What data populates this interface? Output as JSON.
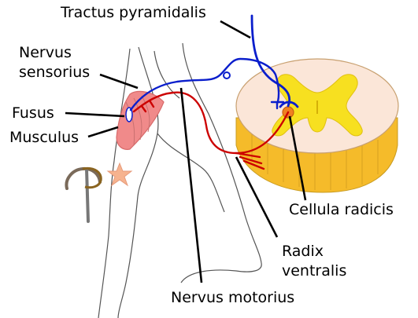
{
  "labels": {
    "tractus": "Tractus pyramidalis",
    "nervus_sensorius_1": "Nervus",
    "nervus_sensorius_2": "sensorius",
    "fusus": "Fusus",
    "musculus": "Musculus",
    "cellula": "Cellula radicis",
    "radix_1": "Radix",
    "radix_2": "ventralis",
    "nervus_motorius": "Nervus motorius"
  },
  "colors": {
    "sensory_nerve": "#0a1ecc",
    "motor_nerve": "#cc0000",
    "white_matter": "#fbe6d8",
    "grey_matter": "#f7e020",
    "cord_side": "#f5bb2a",
    "muscle": "#f08a8a",
    "cell_body": "#f08020",
    "outline": "#000000"
  }
}
